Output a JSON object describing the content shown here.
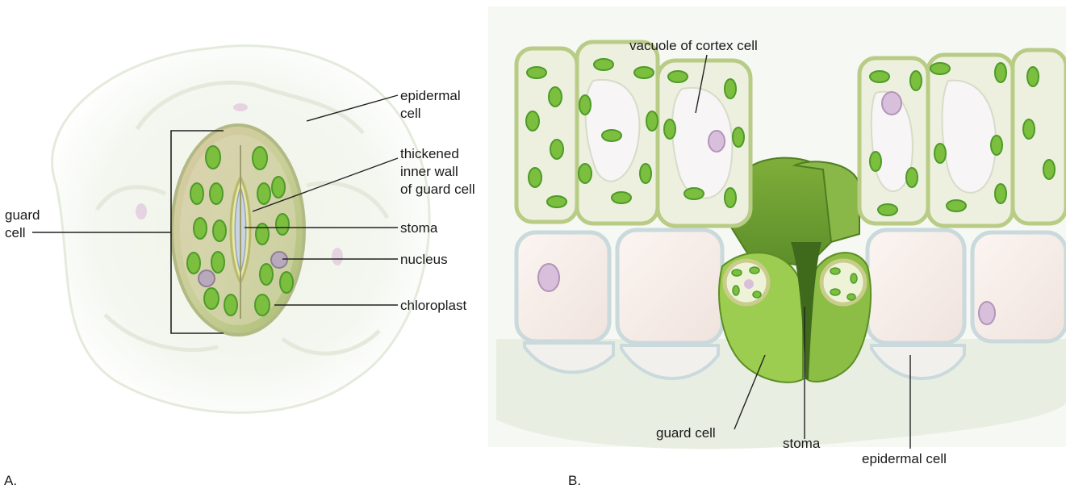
{
  "panels": [
    {
      "id": "A",
      "label": "A.",
      "labels": {
        "epidermal_cell": [
          "epidermal",
          "cell"
        ],
        "thickened_wall": [
          "thickened",
          "inner wall",
          "of guard cell"
        ],
        "stoma": "stoma",
        "nucleus": "nucleus",
        "chloroplast": "chloroplast",
        "guard_cell": [
          "guard",
          "cell"
        ]
      }
    },
    {
      "id": "B",
      "label": "B.",
      "labels": {
        "vacuole": "vacuole of cortex cell",
        "guard_cell": "guard cell",
        "stoma": "stoma",
        "epidermal_cell": "epidermal cell"
      }
    }
  ],
  "colors": {
    "chloroplast": "#7cbf3f",
    "chloroplast_dark": "#4e9a2a",
    "guard_cell_fill": "#c8d79a",
    "epidermal_fill": "#f4ece8",
    "cortex_wall": "#dfe8c4",
    "nucleus": "#c9a9cf",
    "stoma_dark": "#6c8c2c"
  }
}
